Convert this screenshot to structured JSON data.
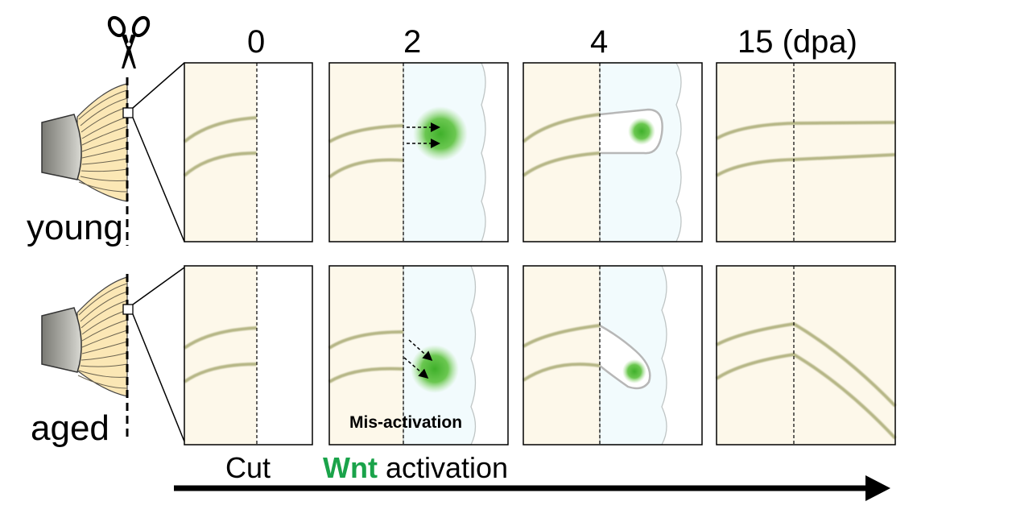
{
  "time_labels": [
    "0",
    "2",
    "4",
    "15 (dpa)"
  ],
  "rows": {
    "young": "young",
    "aged": "aged"
  },
  "annotation": "Mis-activation",
  "bottom": {
    "cut": "Cut",
    "wnt": "Wnt",
    "activation": " activation"
  },
  "colors": {
    "stump": "#fdf8ea",
    "blastema": "#f2fbfd",
    "ray": "#b5b685",
    "wnt": "#5cc23d",
    "text_accent": "#1aa34a"
  },
  "icons": [
    "scissors-icon",
    "time-arrow-icon"
  ]
}
